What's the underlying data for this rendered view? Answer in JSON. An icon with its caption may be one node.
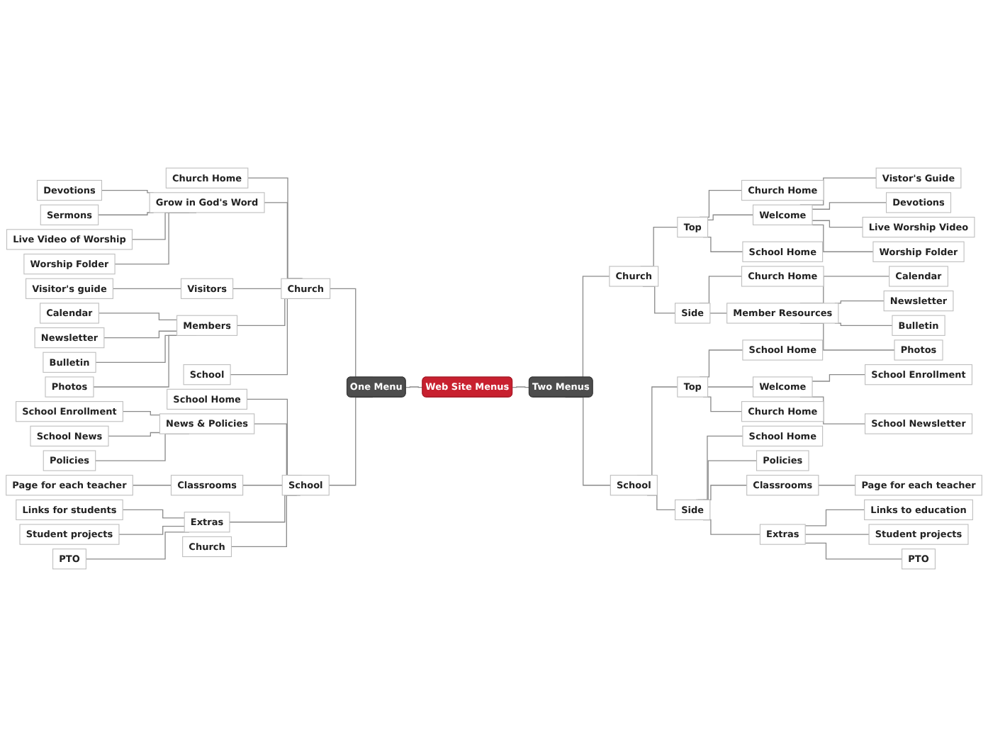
{
  "diagram": {
    "nodes": [
      {
        "text": [
          "Web Site Menus"
        ]
      },
      {
        "text": [
          "One Menu"
        ]
      },
      {
        "text": [
          "Church"
        ]
      },
      {
        "text": [
          "Church Home"
        ]
      },
      {
        "text": [
          "Grow in God's Word"
        ]
      },
      {
        "text": [
          "Devotions"
        ]
      },
      {
        "text": [
          "Sermons"
        ]
      },
      {
        "text": [
          "Live Video of Worship"
        ]
      },
      {
        "text": [
          "Worship Folder"
        ]
      },
      {
        "text": [
          "Visitors"
        ]
      },
      {
        "text": [
          "Visitor's guide"
        ]
      },
      {
        "text": [
          "Members"
        ]
      },
      {
        "text": [
          "Calendar"
        ]
      },
      {
        "text": [
          "Newsletter"
        ]
      },
      {
        "text": [
          "Bulletin"
        ]
      },
      {
        "text": [
          "Photos"
        ]
      },
      {
        "text": [
          "School"
        ]
      },
      {
        "text": [
          "School"
        ]
      },
      {
        "text": [
          "School Home"
        ]
      },
      {
        "text": [
          "News & Policies"
        ]
      },
      {
        "text": [
          "School Enrollment"
        ]
      },
      {
        "text": [
          "School News"
        ]
      },
      {
        "text": [
          "Policies"
        ]
      },
      {
        "text": [
          "Classrooms"
        ]
      },
      {
        "text": [
          "Page for each teacher"
        ]
      },
      {
        "text": [
          "Extras"
        ]
      },
      {
        "text": [
          "Links for students"
        ]
      },
      {
        "text": [
          "Student projects"
        ]
      },
      {
        "text": [
          "PTO"
        ]
      },
      {
        "text": [
          "Church"
        ]
      },
      {
        "text": [
          "Two Menus"
        ]
      },
      {
        "text": [
          "Church"
        ]
      },
      {
        "text": [
          "Top"
        ]
      },
      {
        "text": [
          "Church Home"
        ]
      },
      {
        "text": [
          "Welcome"
        ]
      },
      {
        "text": [
          "Vistor's Guide"
        ]
      },
      {
        "text": [
          "Devotions"
        ]
      },
      {
        "text": [
          "Live Worship Video"
        ]
      },
      {
        "text": [
          "Worship Folder"
        ]
      },
      {
        "text": [
          "School Home"
        ]
      },
      {
        "text": [
          "Side"
        ]
      },
      {
        "text": [
          "Church Home"
        ]
      },
      {
        "text": [
          "Member Resources"
        ]
      },
      {
        "text": [
          "Calendar"
        ]
      },
      {
        "text": [
          "Newsletter"
        ]
      },
      {
        "text": [
          "Bulletin"
        ]
      },
      {
        "text": [
          "Photos"
        ]
      },
      {
        "text": [
          "School"
        ]
      },
      {
        "text": [
          "Top"
        ]
      },
      {
        "text": [
          "School Home"
        ]
      },
      {
        "text": [
          "Welcome"
        ]
      },
      {
        "text": [
          "School Enrollment"
        ]
      },
      {
        "text": [
          "School Newsletter"
        ]
      },
      {
        "text": [
          "Church Home"
        ]
      },
      {
        "text": [
          "Side"
        ]
      },
      {
        "text": [
          "School Home"
        ]
      },
      {
        "text": [
          "Policies"
        ]
      },
      {
        "text": [
          "Classrooms"
        ]
      },
      {
        "text": [
          "Page for each teacher"
        ]
      },
      {
        "text": [
          "Extras"
        ]
      },
      {
        "text": [
          "Links to education"
        ]
      },
      {
        "text": [
          "Student projects"
        ]
      },
      {
        "text": [
          "PTO"
        ]
      }
    ],
    "edges": [
      {
        "from": 1,
        "to": 0,
        "arrow": "none"
      },
      {
        "from": 2,
        "to": 1,
        "arrow": "none"
      },
      {
        "from": 3,
        "to": 2,
        "arrow": "none"
      },
      {
        "from": 4,
        "to": 2,
        "arrow": "none"
      },
      {
        "from": 5,
        "to": 4,
        "arrow": "none"
      },
      {
        "from": 6,
        "to": 4,
        "arrow": "none"
      },
      {
        "from": 7,
        "to": 4,
        "arrow": "none"
      },
      {
        "from": 8,
        "to": 4,
        "arrow": "none"
      },
      {
        "from": 9,
        "to": 2,
        "arrow": "none"
      },
      {
        "from": 10,
        "to": 9,
        "arrow": "none"
      },
      {
        "from": 11,
        "to": 2,
        "arrow": "none"
      },
      {
        "from": 12,
        "to": 11,
        "arrow": "none"
      },
      {
        "from": 13,
        "to": 11,
        "arrow": "none"
      },
      {
        "from": 14,
        "to": 11,
        "arrow": "none"
      },
      {
        "from": 15,
        "to": 11,
        "arrow": "none"
      },
      {
        "from": 16,
        "to": 2,
        "arrow": "none"
      },
      {
        "from": 17,
        "to": 1,
        "arrow": "none"
      },
      {
        "from": 18,
        "to": 17,
        "arrow": "none"
      },
      {
        "from": 19,
        "to": 17,
        "arrow": "none"
      },
      {
        "from": 20,
        "to": 19,
        "arrow": "none"
      },
      {
        "from": 21,
        "to": 19,
        "arrow": "none"
      },
      {
        "from": 22,
        "to": 19,
        "arrow": "none"
      },
      {
        "from": 23,
        "to": 17,
        "arrow": "none"
      },
      {
        "from": 24,
        "to": 23,
        "arrow": "none"
      },
      {
        "from": 25,
        "to": 17,
        "arrow": "none"
      },
      {
        "from": 26,
        "to": 25,
        "arrow": "none"
      },
      {
        "from": 27,
        "to": 25,
        "arrow": "none"
      },
      {
        "from": 28,
        "to": 25,
        "arrow": "none"
      },
      {
        "from": 29,
        "to": 17,
        "arrow": "none"
      },
      {
        "from": 0,
        "to": 30,
        "arrow": "none"
      },
      {
        "from": 30,
        "to": 31,
        "arrow": "none"
      },
      {
        "from": 31,
        "to": 32,
        "arrow": "none"
      },
      {
        "from": 32,
        "to": 33,
        "arrow": "none"
      },
      {
        "from": 32,
        "to": 34,
        "arrow": "none"
      },
      {
        "from": 34,
        "to": 35,
        "arrow": "none"
      },
      {
        "from": 34,
        "to": 36,
        "arrow": "none"
      },
      {
        "from": 34,
        "to": 37,
        "arrow": "none"
      },
      {
        "from": 34,
        "to": 38,
        "arrow": "none"
      },
      {
        "from": 32,
        "to": 39,
        "arrow": "none"
      },
      {
        "from": 31,
        "to": 40,
        "arrow": "none"
      },
      {
        "from": 40,
        "to": 41,
        "arrow": "none"
      },
      {
        "from": 40,
        "to": 42,
        "arrow": "none"
      },
      {
        "from": 42,
        "to": 43,
        "arrow": "none"
      },
      {
        "from": 42,
        "to": 44,
        "arrow": "none"
      },
      {
        "from": 42,
        "to": 45,
        "arrow": "none"
      },
      {
        "from": 42,
        "to": 46,
        "arrow": "none"
      },
      {
        "from": 30,
        "to": 47,
        "arrow": "none"
      },
      {
        "from": 47,
        "to": 48,
        "arrow": "none"
      },
      {
        "from": 48,
        "to": 49,
        "arrow": "none"
      },
      {
        "from": 48,
        "to": 50,
        "arrow": "none"
      },
      {
        "from": 50,
        "to": 51,
        "arrow": "none"
      },
      {
        "from": 50,
        "to": 52,
        "arrow": "none"
      },
      {
        "from": 48,
        "to": 53,
        "arrow": "none"
      },
      {
        "from": 47,
        "to": 54,
        "arrow": "none"
      },
      {
        "from": 54,
        "to": 55,
        "arrow": "none"
      },
      {
        "from": 54,
        "to": 56,
        "arrow": "none"
      },
      {
        "from": 54,
        "to": 57,
        "arrow": "none"
      },
      {
        "from": 57,
        "to": 58,
        "arrow": "none"
      },
      {
        "from": 54,
        "to": 59,
        "arrow": "none"
      },
      {
        "from": 59,
        "to": 60,
        "arrow": "none"
      },
      {
        "from": 59,
        "to": 61,
        "arrow": "none"
      },
      {
        "from": 59,
        "to": 62,
        "arrow": "none"
      }
    ]
  }
}
